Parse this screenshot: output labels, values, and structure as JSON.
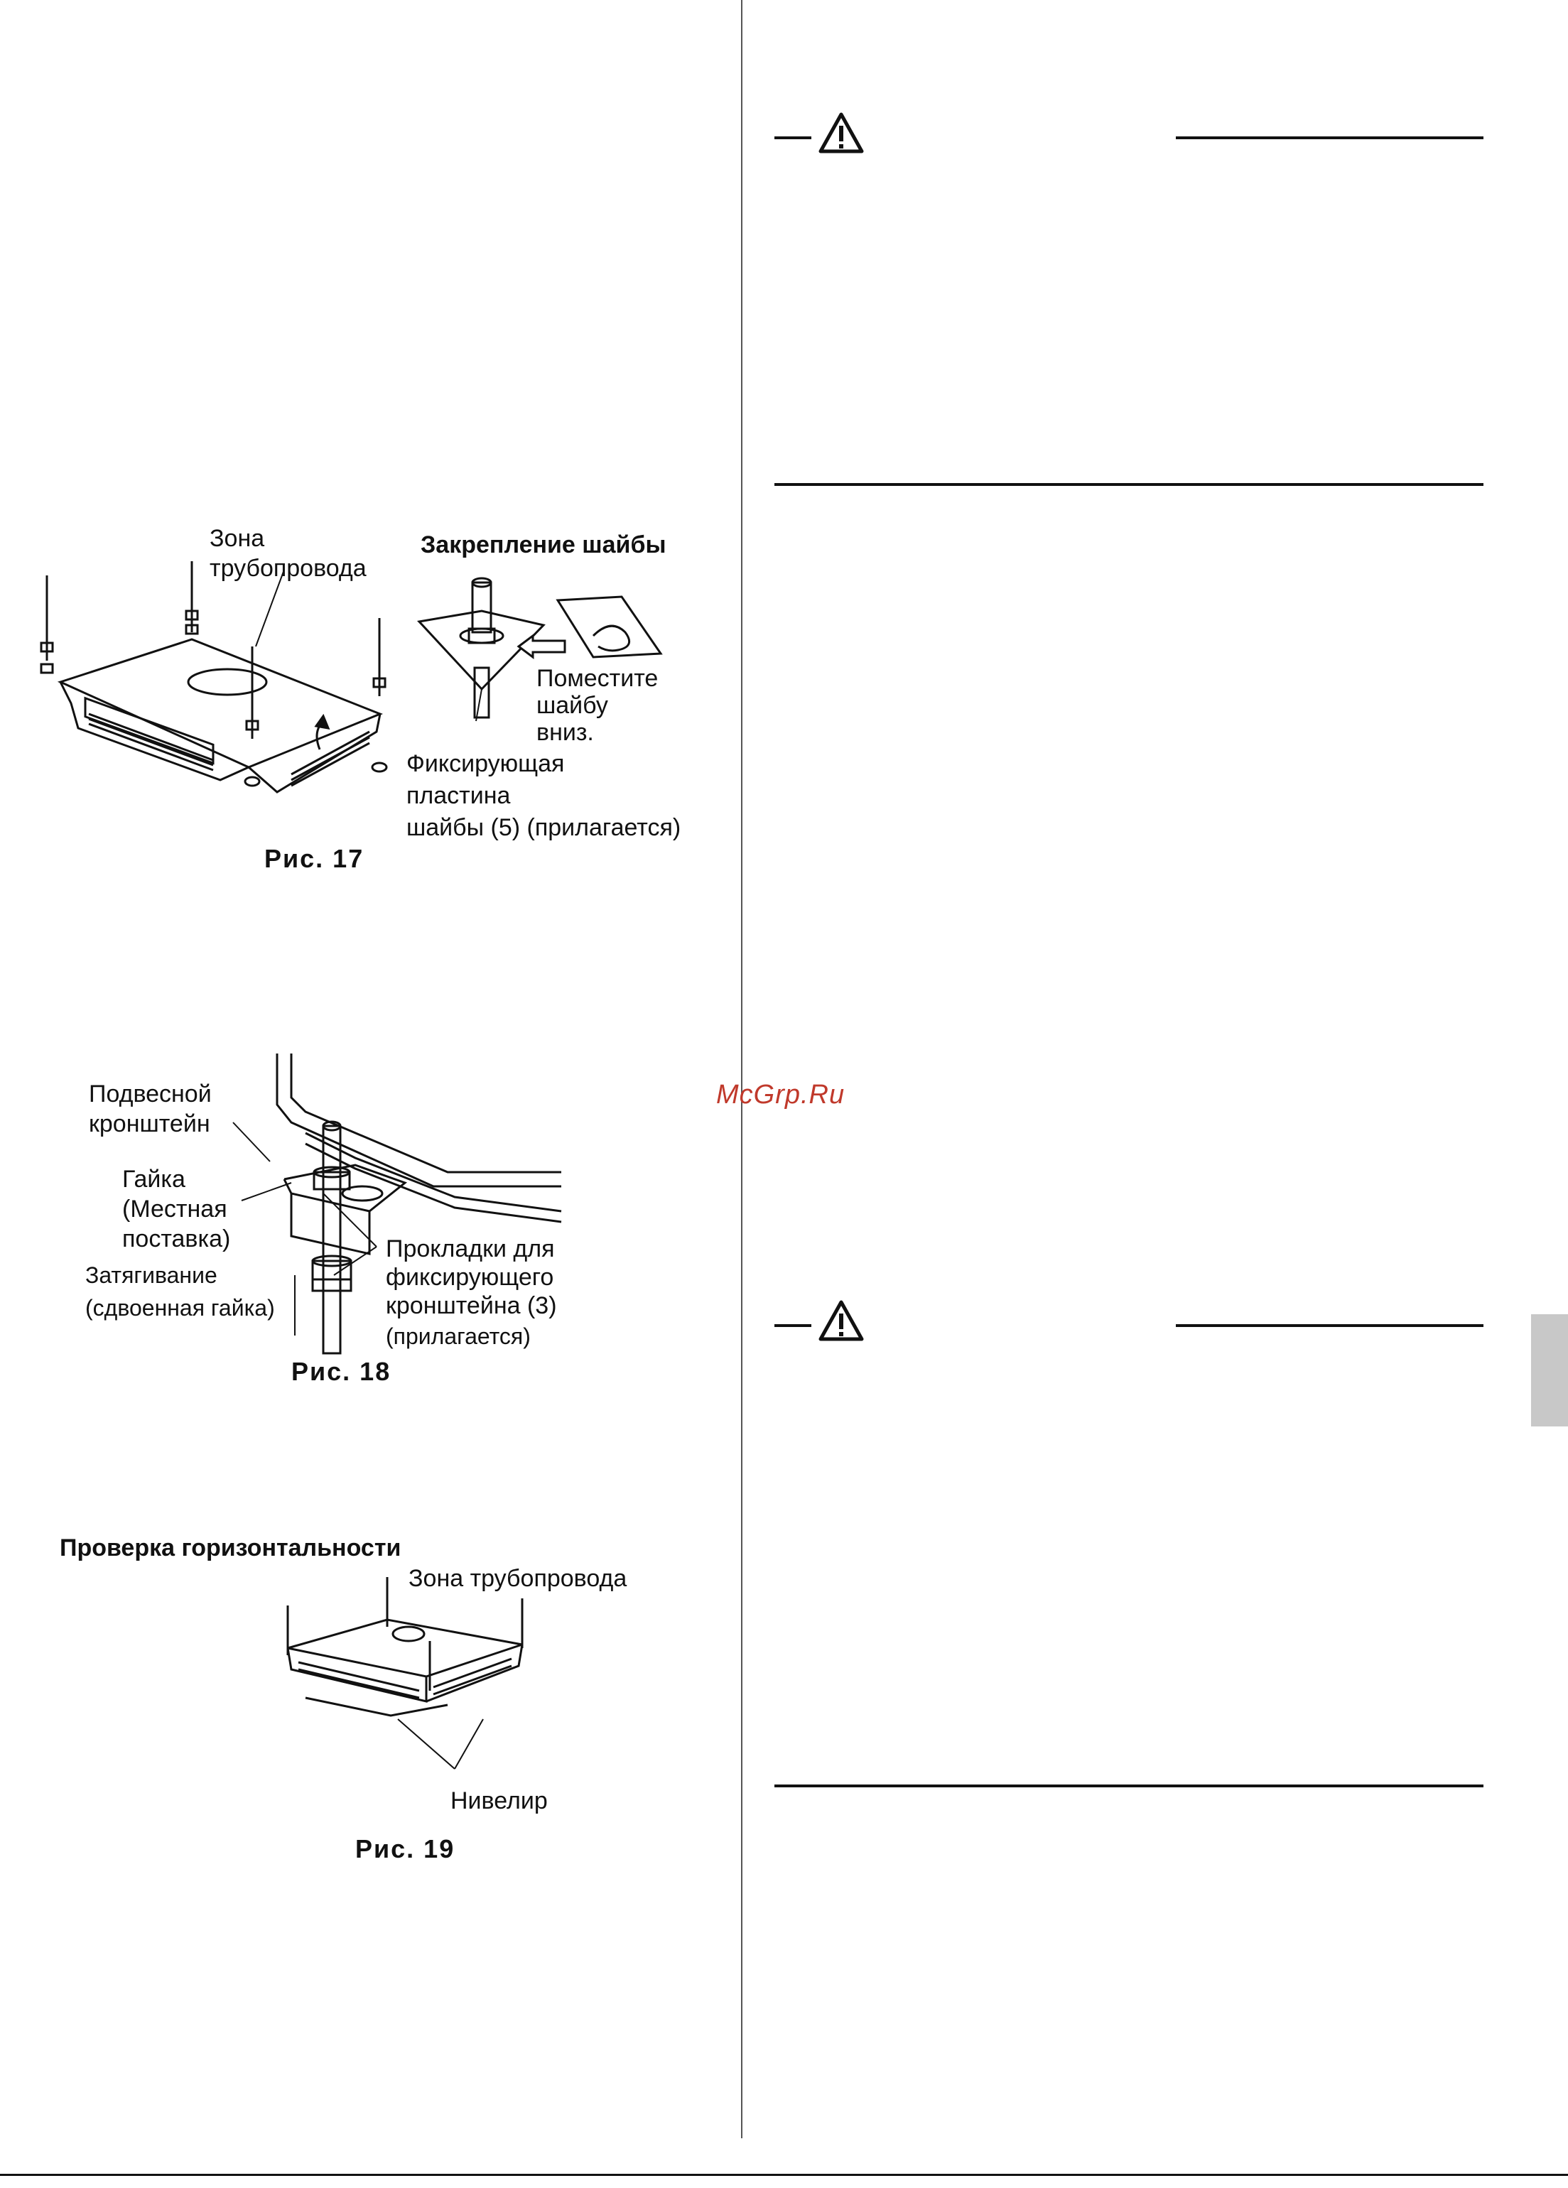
{
  "watermark": "McGrp.Ru",
  "fig17": {
    "caption": "Рис. 17",
    "piping_zone_l1": "Зона",
    "piping_zone_l2": "трубопровода",
    "washer_title": "Закрепление шайбы",
    "place_l1": "Поместите",
    "place_l2": "шайбу",
    "place_l3": "вниз.",
    "plate_l1": "Фиксирующая",
    "plate_l2": "пластина",
    "plate_l3": "шайбы (5) (прилагается)"
  },
  "fig18": {
    "caption": "Рис. 18",
    "bracket_l1": "Подвесной",
    "bracket_l2": "кронштейн",
    "nut_l1": "Гайка",
    "nut_l2": "(Местная",
    "nut_l3": "поставка)",
    "tight_l1": "Затягивание",
    "tight_l2": "(сдвоенная гайка)",
    "pads_l1": "Прокладки для",
    "pads_l2": "фиксирующего",
    "pads_l3": "кронштейна (3)",
    "pads_l4": "(прилагается)"
  },
  "fig19": {
    "section_title": "Проверка горизонтальности",
    "piping_zone": "Зона трубопровода",
    "level": "Нивелир",
    "caption": "Рис. 19"
  },
  "icons": {
    "warning": "warning-triangle-icon"
  }
}
